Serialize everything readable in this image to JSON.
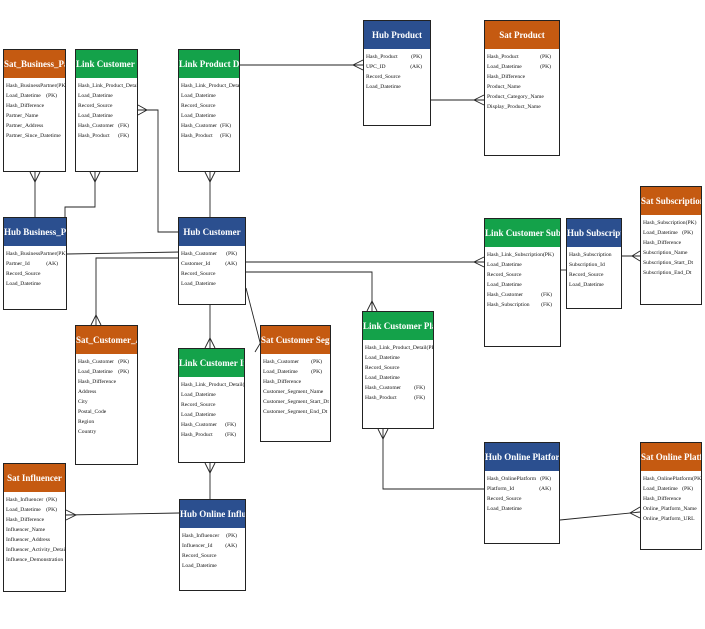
{
  "entities": [
    {
      "id": "sat-business-partner",
      "kind": "sat",
      "title": "Sat_Business_Partner",
      "attributes": [
        {
          "name": "Hash_BusinessPartner",
          "key": "(PK)"
        },
        {
          "name": "Load_Datetime",
          "key": "(PK)"
        },
        {
          "name": "Hash_Difference",
          "key": ""
        },
        {
          "name": "Partner_Name",
          "key": ""
        },
        {
          "name": "Partner_Address",
          "key": ""
        },
        {
          "name": "Partner_Since_Datetime",
          "key": ""
        }
      ]
    },
    {
      "id": "link-customer-partner",
      "kind": "link",
      "title": "Link Customer Partner",
      "attributes": [
        {
          "name": "Hash_Link_Product_Detail",
          "key": "(PK)"
        },
        {
          "name": "Load_Datetime",
          "key": ""
        },
        {
          "name": "Record_Source",
          "key": ""
        },
        {
          "name": "Load_Datetime",
          "key": ""
        },
        {
          "name": "Hash_Customer",
          "key": "(FK)"
        },
        {
          "name": "Hash_Product",
          "key": "(FK)"
        }
      ]
    },
    {
      "id": "link-product-detail",
      "kind": "link",
      "title": "Link Product Detail",
      "attributes": [
        {
          "name": "Hash_Link_Product_Detail",
          "key": "(PK)"
        },
        {
          "name": "Load_Datetime",
          "key": ""
        },
        {
          "name": "Record_Source",
          "key": ""
        },
        {
          "name": "Load_Datetime",
          "key": ""
        },
        {
          "name": "Hash_Customer",
          "key": "(FK)"
        },
        {
          "name": "Hash_Product",
          "key": "(FK)"
        }
      ]
    },
    {
      "id": "hub-product",
      "kind": "hub",
      "title": "Hub Product",
      "attributes": [
        {
          "name": "Hash_Product",
          "key": "(PK)"
        },
        {
          "name": "UPC_ID",
          "key": "(AK)"
        },
        {
          "name": "Record_Source",
          "key": ""
        },
        {
          "name": "Load_Datetime",
          "key": ""
        }
      ]
    },
    {
      "id": "sat-product",
      "kind": "sat",
      "title": "Sat Product",
      "attributes": [
        {
          "name": "Hash_Product",
          "key": "(PK)"
        },
        {
          "name": "Load_Datetime",
          "key": "(PK)"
        },
        {
          "name": "Hash_Difference",
          "key": ""
        },
        {
          "name": "Product_Name",
          "key": ""
        },
        {
          "name": "Product_Category_Name",
          "key": ""
        },
        {
          "name": "Display_Product_Name",
          "key": ""
        }
      ]
    },
    {
      "id": "hub-business-partner",
      "kind": "hub",
      "title": "Hub Business_Partner",
      "attributes": [
        {
          "name": "Hash_BusinessPartner",
          "key": "(PK)"
        },
        {
          "name": "Partner_Id",
          "key": "(AK)"
        },
        {
          "name": "Record_Source",
          "key": ""
        },
        {
          "name": "Load_Datetime",
          "key": ""
        }
      ]
    },
    {
      "id": "hub-customer",
      "kind": "hub",
      "title": "Hub Customer",
      "attributes": [
        {
          "name": "Hash_Customer",
          "key": "(PK)"
        },
        {
          "name": "Customer_Id",
          "key": "(AK)"
        },
        {
          "name": "Record_Source",
          "key": ""
        },
        {
          "name": "Load_Datetime",
          "key": ""
        }
      ]
    },
    {
      "id": "link-customer-subscription",
      "kind": "link",
      "title": "Link Customer Subscription",
      "attributes": [
        {
          "name": "Hash_Link_Subscription",
          "key": "(PK)"
        },
        {
          "name": "Load_Datetime",
          "key": ""
        },
        {
          "name": "Record_Source",
          "key": ""
        },
        {
          "name": "Load_Datetime",
          "key": ""
        },
        {
          "name": "Hash_Customer",
          "key": "(FK)"
        },
        {
          "name": "Hash_Subscription",
          "key": "(FK)"
        }
      ]
    },
    {
      "id": "hub-subscription",
      "kind": "hub",
      "title": "Hub Subscription",
      "attributes": [
        {
          "name": "Hash_Subscription",
          "key": ""
        },
        {
          "name": "Subscription_Id",
          "key": ""
        },
        {
          "name": "Record_Source",
          "key": ""
        },
        {
          "name": "Load_Datetime",
          "key": ""
        }
      ]
    },
    {
      "id": "sat-subscription-detail",
      "kind": "sat",
      "title": "Sat Subscription Detail",
      "attributes": [
        {
          "name": "Hash_Subscription",
          "key": "(PK)"
        },
        {
          "name": "Load_Datetime",
          "key": "(PK)"
        },
        {
          "name": "Hash_Difference",
          "key": ""
        },
        {
          "name": "Subscription_Name",
          "key": ""
        },
        {
          "name": "Subscription_Start_Dt",
          "key": ""
        },
        {
          "name": "Subscription_End_Dt",
          "key": ""
        }
      ]
    },
    {
      "id": "sat-customer-address",
      "kind": "sat",
      "title": "Sat_Customer_Address",
      "attributes": [
        {
          "name": "Hash_Customer",
          "key": "(PK)"
        },
        {
          "name": "Load_Datetime",
          "key": "(PK)"
        },
        {
          "name": "Hash_Difference",
          "key": ""
        },
        {
          "name": "Address",
          "key": ""
        },
        {
          "name": "City",
          "key": ""
        },
        {
          "name": "Postal_Code",
          "key": ""
        },
        {
          "name": "Region",
          "key": ""
        },
        {
          "name": "Country",
          "key": ""
        }
      ]
    },
    {
      "id": "link-customer-influencer",
      "kind": "link",
      "title": "Link Customer Influencer",
      "attributes": [
        {
          "name": "Hash_Link_Product_Detail",
          "key": "(PK)"
        },
        {
          "name": "Load_Datetime",
          "key": ""
        },
        {
          "name": "Record_Source",
          "key": ""
        },
        {
          "name": "Load_Datetime",
          "key": ""
        },
        {
          "name": "Hash_Customer",
          "key": "(FK)"
        },
        {
          "name": "Hash_Product",
          "key": "(FK)"
        }
      ]
    },
    {
      "id": "sat-customer-segment",
      "kind": "sat",
      "title": "Sat Customer Segment",
      "attributes": [
        {
          "name": "Hash_Customer",
          "key": "(PK)"
        },
        {
          "name": "Load_Datetime",
          "key": "(PK)"
        },
        {
          "name": "Hash_Difference",
          "key": ""
        },
        {
          "name": "Customer_Segment_Name",
          "key": ""
        },
        {
          "name": "Customer_Segment_Start_Dt",
          "key": ""
        },
        {
          "name": "Customer_Segment_End_Dt",
          "key": ""
        }
      ]
    },
    {
      "id": "link-customer-platform",
      "kind": "link",
      "title": "Link Customer Platform",
      "attributes": [
        {
          "name": "Hash_Link_Product_Detail",
          "key": "(PK)"
        },
        {
          "name": "Load_Datetime",
          "key": ""
        },
        {
          "name": "Record_Source",
          "key": ""
        },
        {
          "name": "Load_Datetime",
          "key": ""
        },
        {
          "name": "Hash_Customer",
          "key": "(FK)"
        },
        {
          "name": "Hash_Product",
          "key": "(FK)"
        }
      ]
    },
    {
      "id": "sat-influencer",
      "kind": "sat",
      "title": "Sat Influencer",
      "attributes": [
        {
          "name": "Hash_Influencer",
          "key": "(PK)"
        },
        {
          "name": "Load_Datetime",
          "key": "(PK)"
        },
        {
          "name": "Hash_Difference",
          "key": ""
        },
        {
          "name": "Influencer_Name",
          "key": ""
        },
        {
          "name": "Influencer_Address",
          "key": ""
        },
        {
          "name": "Influencer_Activity_Detail",
          "key": ""
        },
        {
          "name": "Influence_Demonstration",
          "key": ""
        }
      ]
    },
    {
      "id": "hub-online-influencer",
      "kind": "hub",
      "title": "Hub Online Influencer",
      "attributes": [
        {
          "name": "Hash_Influencer",
          "key": "(PK)"
        },
        {
          "name": "Influencer_Id",
          "key": "(AK)"
        },
        {
          "name": "Record_Source",
          "key": ""
        },
        {
          "name": "Load_Datetime",
          "key": ""
        }
      ]
    },
    {
      "id": "hub-online-platform",
      "kind": "hub",
      "title": "Hub Online Platform",
      "attributes": [
        {
          "name": "Hash_OnlinePlatform",
          "key": "(PK)"
        },
        {
          "name": "Platform_Id",
          "key": "(AK)"
        },
        {
          "name": "Record_Source",
          "key": ""
        },
        {
          "name": "Load_Datetime",
          "key": ""
        }
      ]
    },
    {
      "id": "sat-online-platform",
      "kind": "sat",
      "title": "Sat Online Platform",
      "attributes": [
        {
          "name": "Hash_OnlinePlatform",
          "key": "(PK)"
        },
        {
          "name": "Load_Datetime",
          "key": "(PK)"
        },
        {
          "name": "Hash_Difference",
          "key": ""
        },
        {
          "name": "Online_Platform_Name",
          "key": ""
        },
        {
          "name": "Online_Platform_URL",
          "key": ""
        }
      ]
    }
  ]
}
